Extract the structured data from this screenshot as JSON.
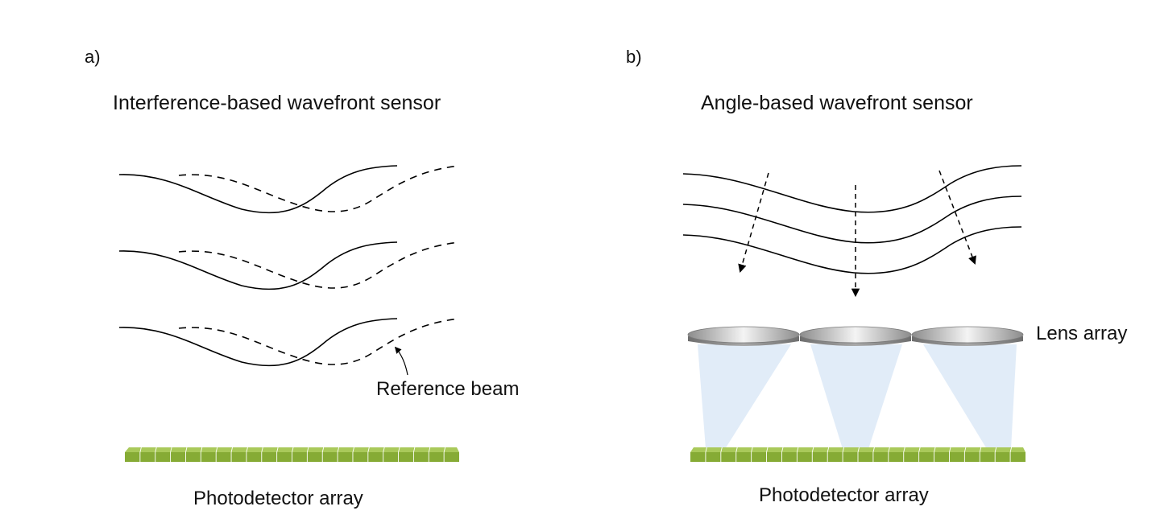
{
  "panel_a": {
    "letter": "a)",
    "title": "Interference-based wavefront sensor",
    "reference_label": "Reference beam",
    "detector_label": "Photodetector array"
  },
  "panel_b": {
    "letter": "b)",
    "title": "Angle-based wavefront sensor",
    "lens_label": "Lens array",
    "detector_label": "Photodetector array"
  },
  "colors": {
    "line": "#000000",
    "detector_green": "#8db33a",
    "detector_dark": "#6a8f22",
    "lens_grey": "#9a9a9a",
    "light_cone": "#d6e6f7"
  }
}
